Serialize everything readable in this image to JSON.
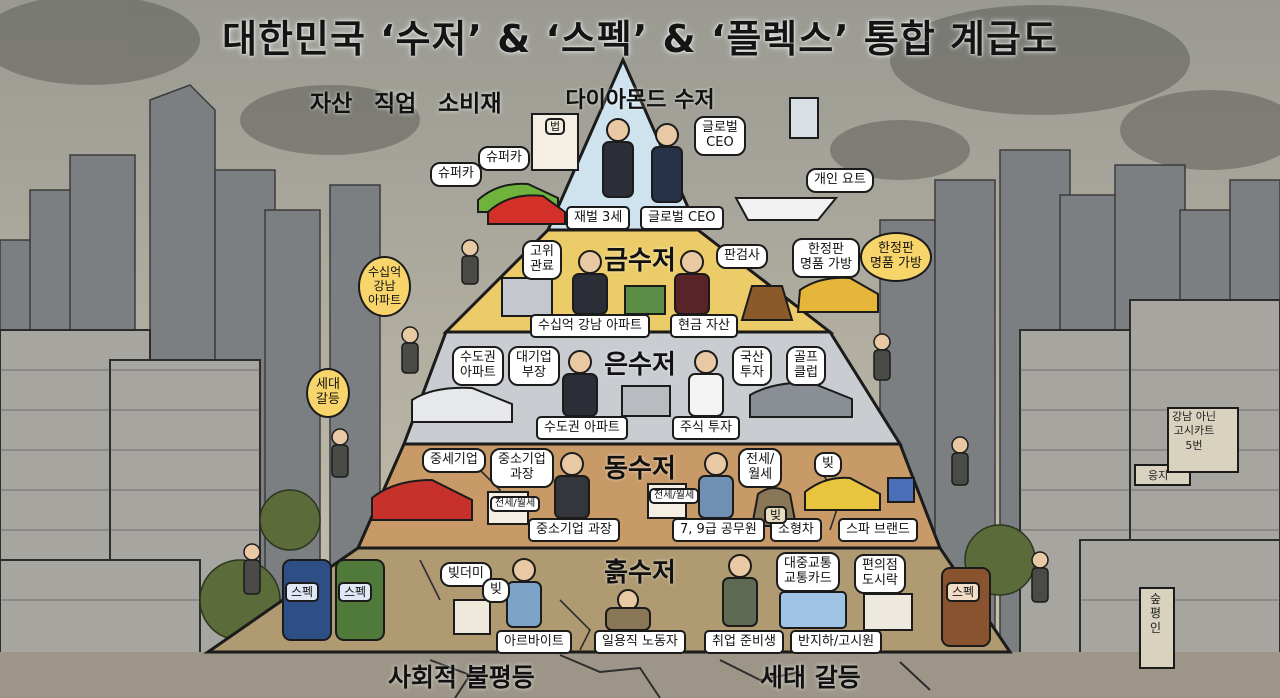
{
  "title": "대한민국 ‘수저’ & ‘스펙’ & ‘플렉스’ 통합 계급도",
  "categories": [
    "자산",
    "직업",
    "소비재"
  ],
  "colors": {
    "diamond": "#cfe3ef",
    "gold": "#eccc68",
    "silver": "#c9ccd1",
    "bronze": "#c89a68",
    "dirt": "#b09a72",
    "ground": "#9d9688",
    "sky": "#8f8e86"
  },
  "tiers": [
    {
      "name": "다이아몬드 수저",
      "labels": [
        "재벌 3세",
        "글로벌 CEO"
      ],
      "bubbles": [
        "슈퍼카",
        "슈퍼카",
        "글로벌\nCEO",
        "개인 요트"
      ]
    },
    {
      "name": "금수저",
      "labels": [
        "수십억 강남 아파트",
        "현금 자산"
      ],
      "bubbles": [
        "고위\n관료",
        "판검사",
        "한정판\n명품 가방",
        "한정판\n명품 가방",
        "수십억\n강남\n아파트"
      ]
    },
    {
      "name": "은수저",
      "labels": [
        "수도권 아파트",
        "주식 투자"
      ],
      "bubbles": [
        "수도권\n아파트",
        "대기업\n부장",
        "국산\n투자",
        "골프\n클럽",
        "세대\n갈등"
      ]
    },
    {
      "name": "동수저",
      "labels": [
        "중소기업 과장",
        "7, 9급 공무원",
        "소형차",
        "스파 브랜드"
      ],
      "bubbles": [
        "중세기업",
        "중소기업\n과장",
        "전세/\n월세",
        "빚"
      ]
    },
    {
      "name": "흙수저",
      "labels": [
        "아르바이트",
        "일용직 노동자",
        "취업 준비생",
        "반지하/고시원"
      ],
      "bubbles": [
        "빚더미",
        "빚",
        "대중교통\n교통카드",
        "편의점\n도시락"
      ]
    }
  ],
  "props": {
    "spec_bag": "스펙",
    "debt_bag": "빚",
    "document": "전세/월세",
    "contract": "법",
    "sign_right": "강남 아닌\n고시카트\n5번",
    "sign_small": "응지",
    "sign_vertical": "숲평인"
  },
  "bottom": {
    "left": "사회적 불평등",
    "right": "세대 갈등"
  }
}
